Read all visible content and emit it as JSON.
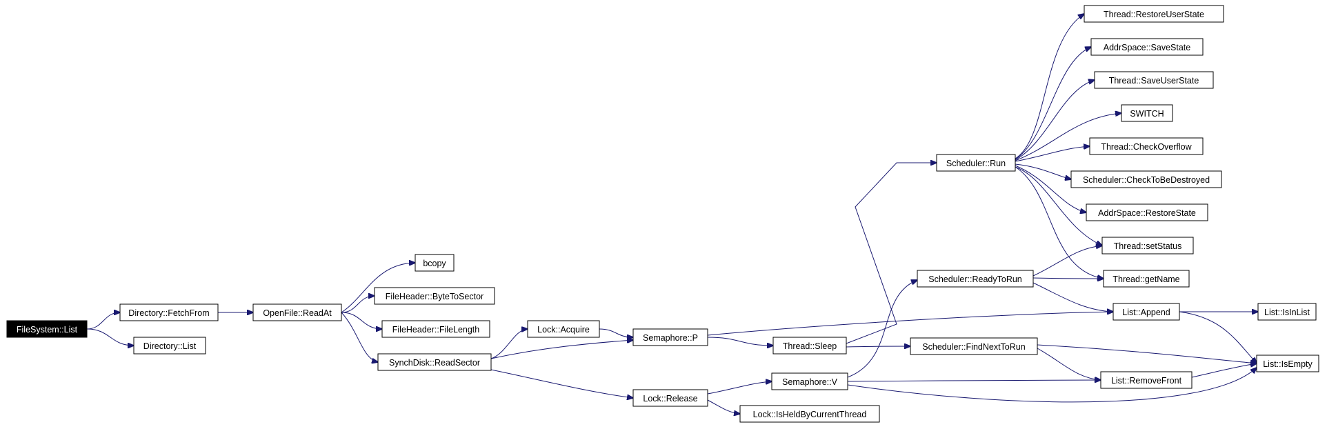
{
  "graph": {
    "root": "FileSystem::List",
    "edge_color": "#191970",
    "root_fill": "#000000",
    "nodes": [
      {
        "id": "fs_list",
        "label": "FileSystem::List"
      },
      {
        "id": "dir_fetch",
        "label": "Directory::FetchFrom"
      },
      {
        "id": "dir_list",
        "label": "Directory::List"
      },
      {
        "id": "of_readat",
        "label": "OpenFile::ReadAt"
      },
      {
        "id": "bcopy",
        "label": "bcopy"
      },
      {
        "id": "fh_b2s",
        "label": "FileHeader::ByteToSector"
      },
      {
        "id": "fh_len",
        "label": "FileHeader::FileLength"
      },
      {
        "id": "sd_read",
        "label": "SynchDisk::ReadSector"
      },
      {
        "id": "lock_acq",
        "label": "Lock::Acquire"
      },
      {
        "id": "lock_rel",
        "label": "Lock::Release"
      },
      {
        "id": "sem_p",
        "label": "Semaphore::P"
      },
      {
        "id": "sem_v",
        "label": "Semaphore::V"
      },
      {
        "id": "th_sleep",
        "label": "Thread::Sleep"
      },
      {
        "id": "lock_held",
        "label": "Lock::IsHeldByCurrentThread"
      },
      {
        "id": "sch_run",
        "label": "Scheduler::Run"
      },
      {
        "id": "sch_rtr",
        "label": "Scheduler::ReadyToRun"
      },
      {
        "id": "sch_fnr",
        "label": "Scheduler::FindNextToRun"
      },
      {
        "id": "th_restore",
        "label": "Thread::RestoreUserState"
      },
      {
        "id": "as_save",
        "label": "AddrSpace::SaveState"
      },
      {
        "id": "th_save",
        "label": "Thread::SaveUserState"
      },
      {
        "id": "switch",
        "label": "SWITCH"
      },
      {
        "id": "th_check",
        "label": "Thread::CheckOverflow"
      },
      {
        "id": "sch_ctbd",
        "label": "Scheduler::CheckToBeDestroyed"
      },
      {
        "id": "as_restore",
        "label": "AddrSpace::RestoreState"
      },
      {
        "id": "th_setstatus",
        "label": "Thread::setStatus"
      },
      {
        "id": "th_getname",
        "label": "Thread::getName"
      },
      {
        "id": "list_append",
        "label": "List::Append"
      },
      {
        "id": "list_removefront",
        "label": "List::RemoveFront"
      },
      {
        "id": "list_isinlist",
        "label": "List::IsInList"
      },
      {
        "id": "list_isempty",
        "label": "List::IsEmpty"
      }
    ],
    "edges": [
      [
        "fs_list",
        "dir_fetch"
      ],
      [
        "fs_list",
        "dir_list"
      ],
      [
        "dir_fetch",
        "of_readat"
      ],
      [
        "of_readat",
        "bcopy"
      ],
      [
        "of_readat",
        "fh_b2s"
      ],
      [
        "of_readat",
        "fh_len"
      ],
      [
        "of_readat",
        "sd_read"
      ],
      [
        "sd_read",
        "lock_acq"
      ],
      [
        "sd_read",
        "sem_p"
      ],
      [
        "sd_read",
        "lock_rel"
      ],
      [
        "lock_acq",
        "sem_p"
      ],
      [
        "lock_rel",
        "sem_v"
      ],
      [
        "lock_rel",
        "lock_held"
      ],
      [
        "sem_p",
        "th_sleep"
      ],
      [
        "sem_p",
        "list_append"
      ],
      [
        "th_sleep",
        "sch_run"
      ],
      [
        "th_sleep",
        "sch_fnr"
      ],
      [
        "sem_v",
        "sch_rtr"
      ],
      [
        "sem_v",
        "list_removefront"
      ],
      [
        "sem_v",
        "list_isempty"
      ],
      [
        "sch_run",
        "th_restore"
      ],
      [
        "sch_run",
        "as_save"
      ],
      [
        "sch_run",
        "th_save"
      ],
      [
        "sch_run",
        "switch"
      ],
      [
        "sch_run",
        "th_check"
      ],
      [
        "sch_run",
        "sch_ctbd"
      ],
      [
        "sch_run",
        "as_restore"
      ],
      [
        "sch_run",
        "th_setstatus"
      ],
      [
        "sch_run",
        "th_getname"
      ],
      [
        "sch_rtr",
        "th_setstatus"
      ],
      [
        "sch_rtr",
        "th_getname"
      ],
      [
        "sch_rtr",
        "list_append"
      ],
      [
        "sch_fnr",
        "list_removefront"
      ],
      [
        "sch_fnr",
        "list_isempty"
      ],
      [
        "list_append",
        "list_isinlist"
      ],
      [
        "list_append",
        "list_isempty"
      ],
      [
        "list_removefront",
        "list_isempty"
      ]
    ]
  }
}
